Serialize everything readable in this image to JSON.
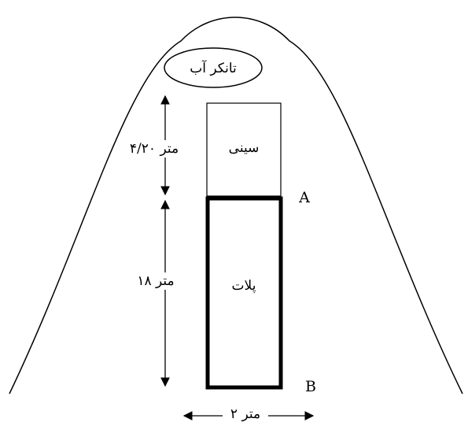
{
  "labels": {
    "tank": "تانکر آب",
    "tray": "سینی",
    "plate": "پلات",
    "point_a": "A",
    "point_b": "B"
  },
  "dimensions": {
    "tray_height": "۴/۲۰ متر",
    "plate_height": "۱۸ متر",
    "width": "۲ متر"
  }
}
